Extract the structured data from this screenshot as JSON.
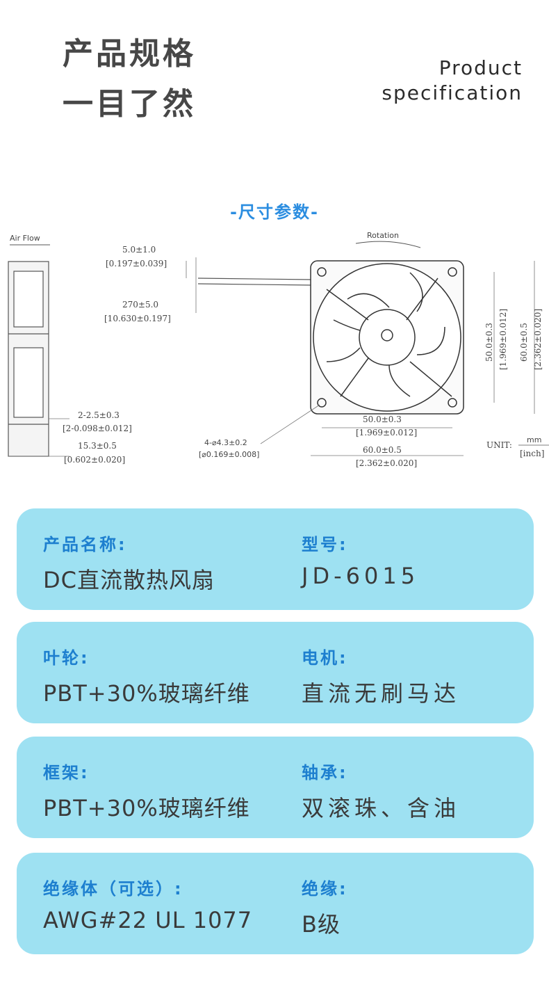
{
  "header": {
    "cn_line1": "产品规格",
    "cn_line2": "一目了然",
    "en_line1": "Product",
    "en_line2": "specification"
  },
  "dimensions": {
    "title": "-尺寸参数-",
    "air_flow": "Air Flow",
    "rotation": "Rotation",
    "d1_mm": "5.0±1.0",
    "d1_in": "[0.197±0.039]",
    "d2_mm": "270±5.0",
    "d2_in": "[10.630±0.197]",
    "d3_mm": "2-2.5±0.3",
    "d3_in": "[2-0.098±0.012]",
    "d4_mm": "15.3±0.5",
    "d4_in": "[0.602±0.020]",
    "hole_mm": "4-⌀4.3±0.2",
    "hole_in": "[⌀0.169±0.008]",
    "h50_mm": "50.0±0.3",
    "h50_in": "[1.969±0.012]",
    "h60_mm": "60.0±0.5",
    "h60_in": "[2.362±0.020]",
    "w50_mm": "50.0±0.3",
    "w50_in": "[1.969±0.012]",
    "w60_mm": "60.0±0.5",
    "w60_in": "[2.362±0.020]",
    "unit_label": "UNIT:",
    "unit_mm": "mm",
    "unit_inch": "[inch]"
  },
  "specs": [
    {
      "label1": "产品名称:",
      "value1": "DC直流散热风扇",
      "label2": "型号:",
      "value2": "JD-6015"
    },
    {
      "label1": "叶轮:",
      "value1": "PBT+30%玻璃纤维",
      "label2": "电机:",
      "value2": "直流无刷马达"
    },
    {
      "label1": "框架:",
      "value1": "PBT+30%玻璃纤维",
      "label2": "轴承:",
      "value2": "双滚珠、含油"
    },
    {
      "label1": "绝缘体（可选）:",
      "value1": "AWG#22 UL 1077",
      "label2": "绝缘:",
      "value2": "B级"
    }
  ],
  "colors": {
    "card_bg": "#9ee1f2",
    "label": "#1d7fcf",
    "title_blue": "#2b8de0"
  }
}
